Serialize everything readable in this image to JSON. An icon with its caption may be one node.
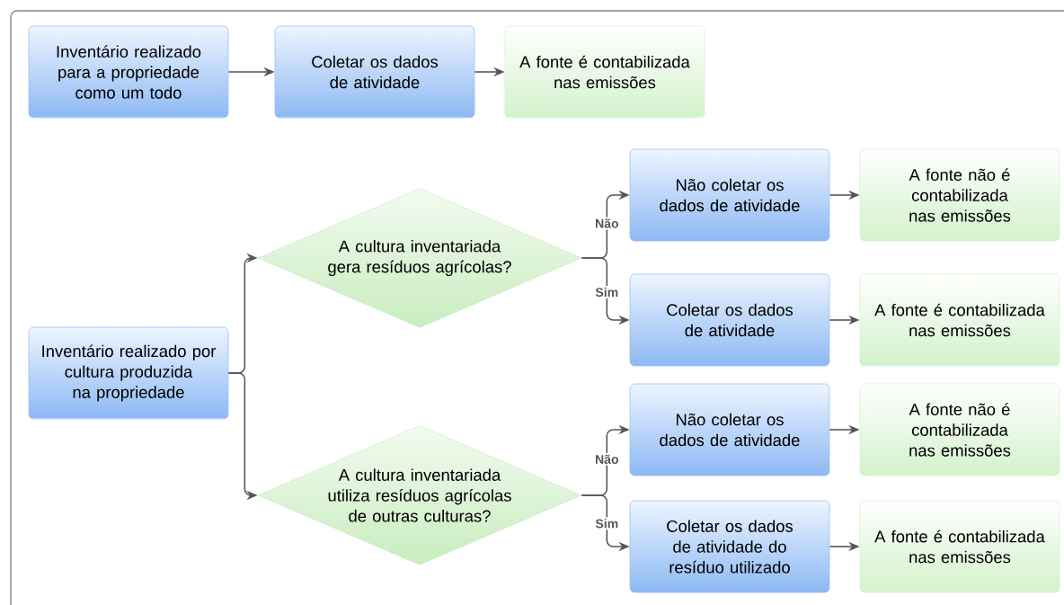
{
  "diagram": {
    "nodes": [
      {
        "text": [
          "Inventário realizado para a propriedade como um todo"
        ]
      },
      {
        "text": [
          "Coletar os dados de atividade"
        ]
      },
      {
        "text": [
          "A fonte é contabilizada nas emissões"
        ]
      },
      {
        "text": [
          "Inventário realizado por cultura produzida na propriedade"
        ]
      },
      {
        "text": [
          "A cultura inventariada gera resíduos agrícolas?"
        ]
      },
      {
        "text": [
          "Não coletar os dados de atividade"
        ]
      },
      {
        "text": [
          "A fonte não é contabilizada nas emissões"
        ]
      },
      {
        "text": [
          "Coletar os dados de atividade"
        ]
      },
      {
        "text": [
          "A fonte é contabilizada nas emissões"
        ]
      },
      {
        "text": [
          "A cultura inventariada utiliza resíduos agrícolas de outras culturas?"
        ]
      },
      {
        "text": [
          "Não coletar os dados de atividade"
        ]
      },
      {
        "text": [
          "A fonte não é contabilizada nas emissões"
        ]
      },
      {
        "text": [
          "Coletar os dados de atividade do resíduo utilizado"
        ]
      },
      {
        "text": [
          "A fonte é contabilizada nas emissões"
        ]
      }
    ],
    "edges": [
      {
        "from": 0,
        "to": 1,
        "arrow": "to"
      },
      {
        "from": 1,
        "to": 2,
        "arrow": "to"
      },
      {
        "from": 3,
        "to": 4,
        "arrow": "to"
      },
      {
        "from": 3,
        "to": 9,
        "arrow": "to"
      },
      {
        "from": 4,
        "to": 5,
        "arrow": "to",
        "label": "Não"
      },
      {
        "from": 4,
        "to": 7,
        "arrow": "to",
        "label": "Sim"
      },
      {
        "from": 5,
        "to": 6,
        "arrow": "to"
      },
      {
        "from": 7,
        "to": 8,
        "arrow": "to"
      },
      {
        "from": 9,
        "to": 10,
        "arrow": "to",
        "label": "Não"
      },
      {
        "from": 9,
        "to": 12,
        "arrow": "to",
        "label": "Sim"
      },
      {
        "from": 10,
        "to": 11,
        "arrow": "to"
      },
      {
        "from": 12,
        "to": 13,
        "arrow": "to"
      }
    ]
  }
}
